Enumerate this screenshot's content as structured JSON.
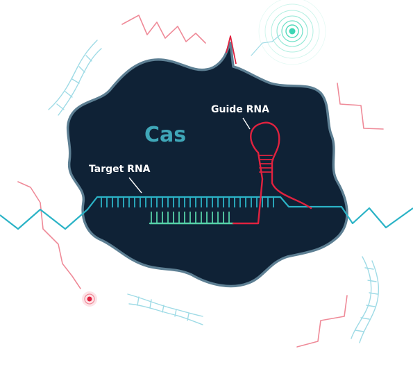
{
  "labels": {
    "protein": "Cas",
    "guide": "Guide RNA",
    "target": "Target RNA"
  },
  "colors": {
    "background": "#ffffff",
    "protein_fill": "#0f2236",
    "protein_outline": "#5d7f93",
    "cas_text": "#3fa7b8",
    "target_rna": "#2bb3c6",
    "guide_rna": "#e0223f",
    "paired_bases": "#55d0a7",
    "decor_red": "#ef8a98",
    "decor_blue": "#9fdbe6",
    "decor_green": "#3dd6b4",
    "label_line": "#ffffff"
  },
  "icons": {
    "signal": "concentric-ring-signal-icon",
    "dot": "target-dot-icon"
  }
}
